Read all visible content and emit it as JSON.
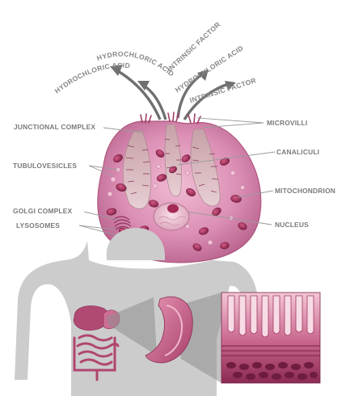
{
  "secretions": {
    "left_outer": "HYDROCHLORIC ACID",
    "left_inner": "HYDROCHLORIC ACID",
    "right_top": "INTRINSIC FACTOR",
    "right_middle": "HYDROCHLORIC ACID",
    "right_inner": "INTRINSIC FACTOR"
  },
  "labels": {
    "junctional_complex": "JUNCTIONAL COMPLEX",
    "tubulovesicles": "TUBULOVESICLES",
    "golgi_complex": "GOLGI COMPLEX",
    "lysosomes": "LYSOSOMES",
    "microvilli": "MICROVILLI",
    "canaliculi": "CANALICULI",
    "mitochondrion": "MITOCHONDRION",
    "nucleus": "NUCLEUS"
  },
  "colors": {
    "cell_body": "#d98ab0",
    "cell_dark": "#a8466e",
    "mitochondria": "#9a2f55",
    "canaliculi": "#d7b7bf",
    "label_text": "#7a7a7a",
    "arrow": "#737373",
    "silhouette": "#c9c9c9"
  }
}
